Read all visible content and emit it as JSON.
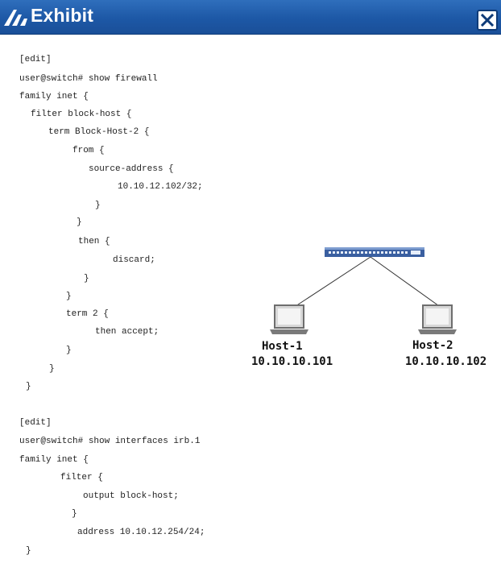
{
  "window": {
    "title": "Exhibit",
    "logo_icon": "exhibit-logo-icon",
    "close_icon": "close-icon"
  },
  "code": {
    "firewall_lines": [
      "[edit]",
      "user@switch# show firewall",
      "family inet {",
      "filter block-host {",
      "term Block-Host-2 {",
      "from {",
      "source-address {",
      "10.10.12.102/32;",
      "}",
      "}",
      "then {",
      "discard;",
      "}",
      "}",
      "term 2 {",
      "then accept;",
      "}",
      "}",
      "}"
    ],
    "interface_lines": [
      "[edit]",
      "user@switch# show interfaces irb.1",
      "family inet {",
      "filter {",
      "output block-host;",
      "}",
      "address 10.10.12.254/24;",
      "}"
    ]
  },
  "diagram": {
    "switch_icon": "network-switch-icon",
    "host_icon": "laptop-icon",
    "hosts": [
      {
        "name": "Host-1",
        "ip": "10.10.10.101"
      },
      {
        "name": "Host-2",
        "ip": "10.10.10.102"
      }
    ]
  },
  "colors": {
    "titlebar": "#1d58a6",
    "switch": "#3a5fa0",
    "host": "#8a8a8a"
  }
}
